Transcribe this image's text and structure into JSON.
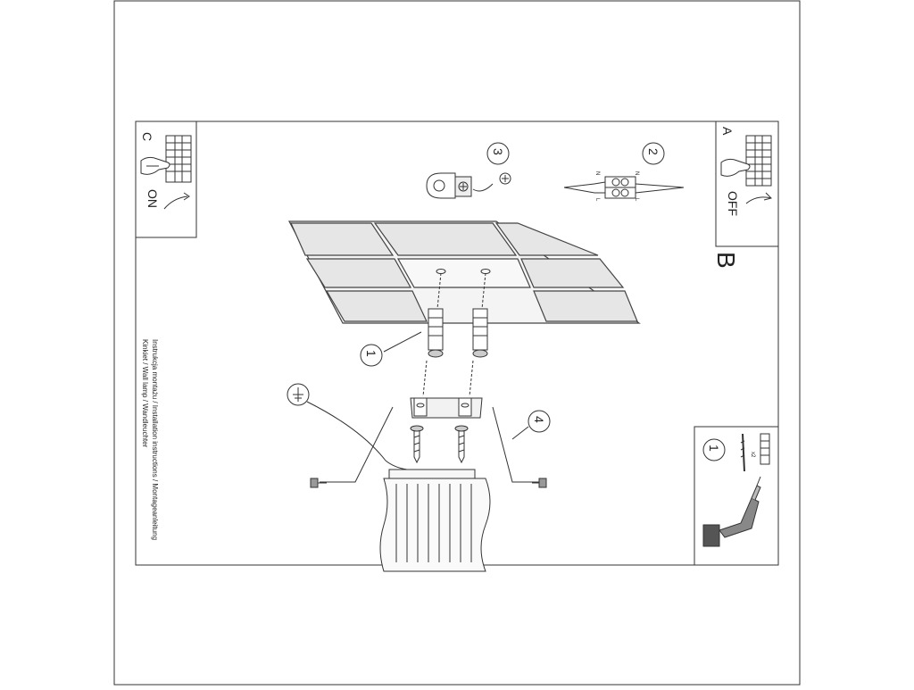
{
  "panels": {
    "a": {
      "letter": "A",
      "state": "OFF"
    },
    "b": {
      "letter": "B"
    },
    "c": {
      "letter": "C",
      "state": "ON"
    }
  },
  "steps": {
    "s1": "1",
    "s2": "2",
    "s3": "3",
    "s4": "4",
    "tools": "1"
  },
  "caption": {
    "line1": "Instrukcja montażu / Installation instructions / Montageanleitung",
    "line2": "Kinkiet / Wall lamp / Wandleuchter"
  },
  "labels": {
    "n_left": "N",
    "n_right": "N",
    "l_left": "L",
    "l_right": "L",
    "qty": "x2"
  },
  "colors": {
    "line": "#333333",
    "tile": "#e6e6e6"
  }
}
